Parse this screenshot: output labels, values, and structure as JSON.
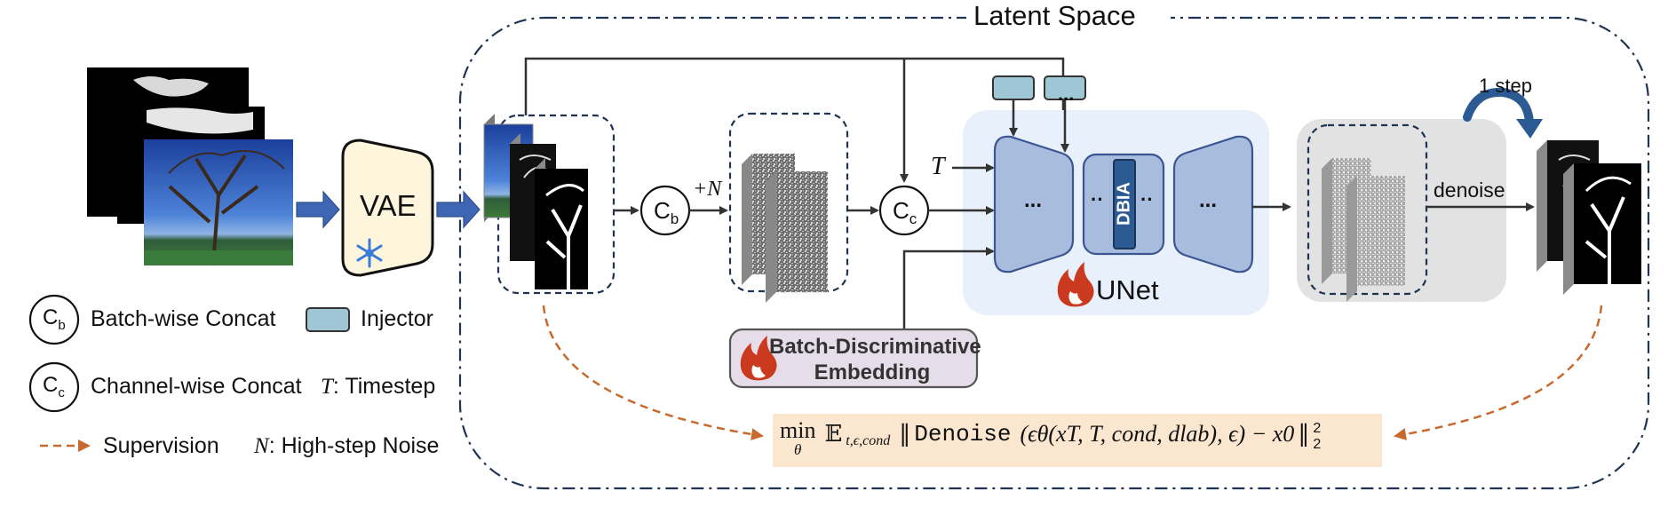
{
  "title": "Latent Space",
  "vae": {
    "label": "VAE"
  },
  "unet": {
    "label": "UNet",
    "dots": "...",
    "dbia": "DBIA",
    "injector_dots": "..."
  },
  "ops": {
    "batch_concat_symbol": "C",
    "batch_concat_sub": "b",
    "channel_concat_symbol": "C",
    "channel_concat_sub": "c",
    "high_step_noise": "+N",
    "timestep": "T"
  },
  "bde": {
    "line1": "Batch-Discriminative",
    "line2": "Embedding"
  },
  "denoise": {
    "label": "denoise",
    "one_step": "1 step"
  },
  "legend": {
    "batch_concat": "Batch-wise Concat",
    "injector": "Injector",
    "channel_concat": "Channel-wise Concat",
    "timestep_sym": "T",
    "timestep": ": Timestep",
    "supervision": "Supervision",
    "noise_sym": "N",
    "noise": ": High-step Noise"
  },
  "formula": {
    "min": "min",
    "min_sub": "θ",
    "expect": "𝔼",
    "expect_sub": "t,ϵ,cond",
    "norm_open": "‖",
    "fn": "Denoise",
    "body": "(ϵθ(xT, T, cond, dlab), ϵ) − x0",
    "norm_close": "‖",
    "power": "2",
    "sub": "2"
  },
  "colors": {
    "frame": "#1f3352",
    "arrow_blue": "#3f66b3",
    "unet_panel": "#e7f0fb",
    "unet_block": "#a8bcde",
    "unet_stroke": "#3b5592",
    "dbia": "#2c5a92",
    "injector": "#9fc6d4",
    "vae_fill": "#fdf6dd",
    "bde_fill": "#e5dde9",
    "gray_panel": "#e2e2e2",
    "supervision": "#c86a2e",
    "formula_bg": "#fbe6cf",
    "fire": "#c93a1f"
  },
  "icons": [
    "snowflake-icon",
    "fire-icon",
    "curved-arrow-icon"
  ]
}
